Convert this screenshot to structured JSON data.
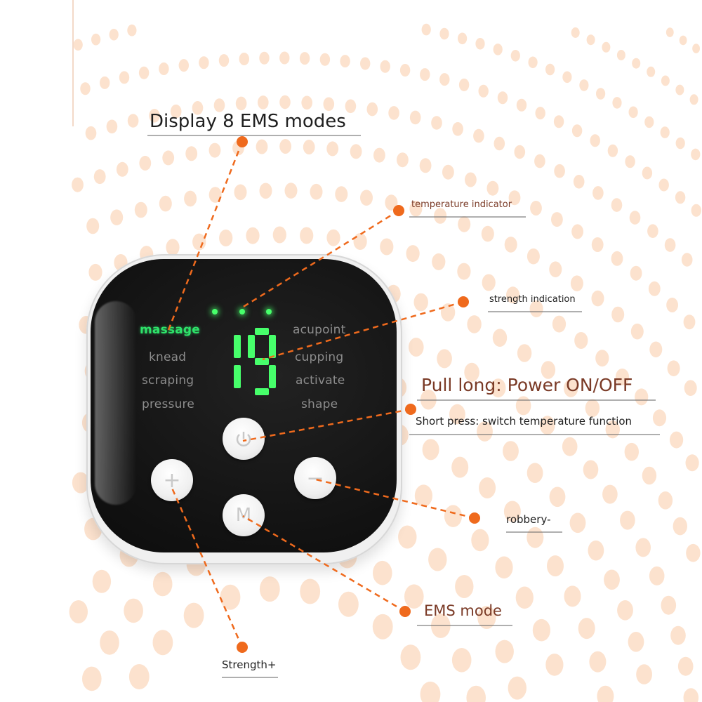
{
  "callouts": {
    "ems_modes": "Display 8 EMS modes",
    "temperature_indicator": "temperature indicator",
    "strength_indication": "strength indication",
    "power_title": "Pull long: Power ON/OFF",
    "power_sub": "Short press: switch temperature function",
    "minus": "robbery-",
    "ems_mode": "EMS mode",
    "strength_plus": "Strength+"
  },
  "device": {
    "modes_left": [
      "massage",
      "knead",
      "scraping",
      "pressure"
    ],
    "modes_right": [
      "acupoint",
      "cupping",
      "activate",
      "shape"
    ],
    "active_mode": "massage",
    "display_value": "19",
    "buttons": {
      "plus": "+",
      "minus": "−",
      "mode": "M"
    }
  },
  "colors": {
    "accent_orange": "#ef6a1d",
    "led_green": "#47ff6b",
    "callout_brown": "#7a3a26"
  }
}
